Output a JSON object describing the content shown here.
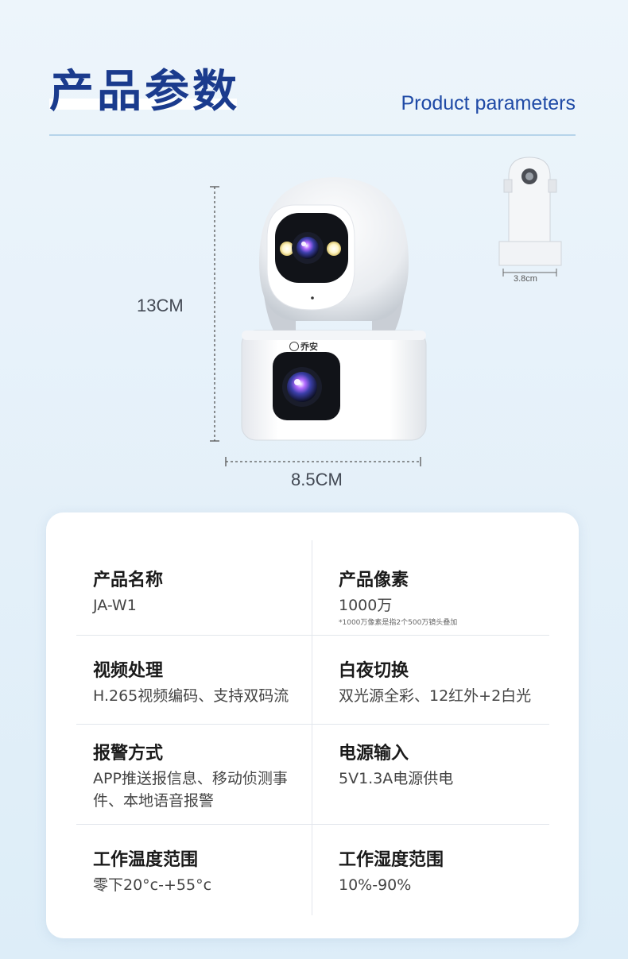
{
  "header": {
    "title_cn": "产品参数",
    "title_en": "Product parameters"
  },
  "dimensions": {
    "height": "13CM",
    "width": "8.5CM",
    "bracket_width": "3.8cm"
  },
  "brand": {
    "logo_text": "乔安"
  },
  "specs": [
    {
      "label": "产品名称",
      "value": "JA-W1",
      "note": ""
    },
    {
      "label": "产品像素",
      "value": "1000万",
      "note": "*1000万像素是指2个500万镜头叠加"
    },
    {
      "label": "视频处理",
      "value": "H.265视频编码、支持双码流",
      "note": ""
    },
    {
      "label": "白夜切换",
      "value": "双光源全彩、12红外+2白光",
      "note": ""
    },
    {
      "label": "报警方式",
      "value": "APP推送报信息、移动侦测事件、本地语音报警",
      "note": ""
    },
    {
      "label": "电源输入",
      "value": "5V1.3A电源供电",
      "note": ""
    },
    {
      "label": "工作温度范围",
      "value": "零下20°c-+55°c",
      "note": ""
    },
    {
      "label": "工作湿度范围",
      "value": "10%-90%",
      "note": ""
    }
  ],
  "colors": {
    "title": "#1b3b8d",
    "accent": "#1f4aa6",
    "background": "#e6f1fa"
  }
}
